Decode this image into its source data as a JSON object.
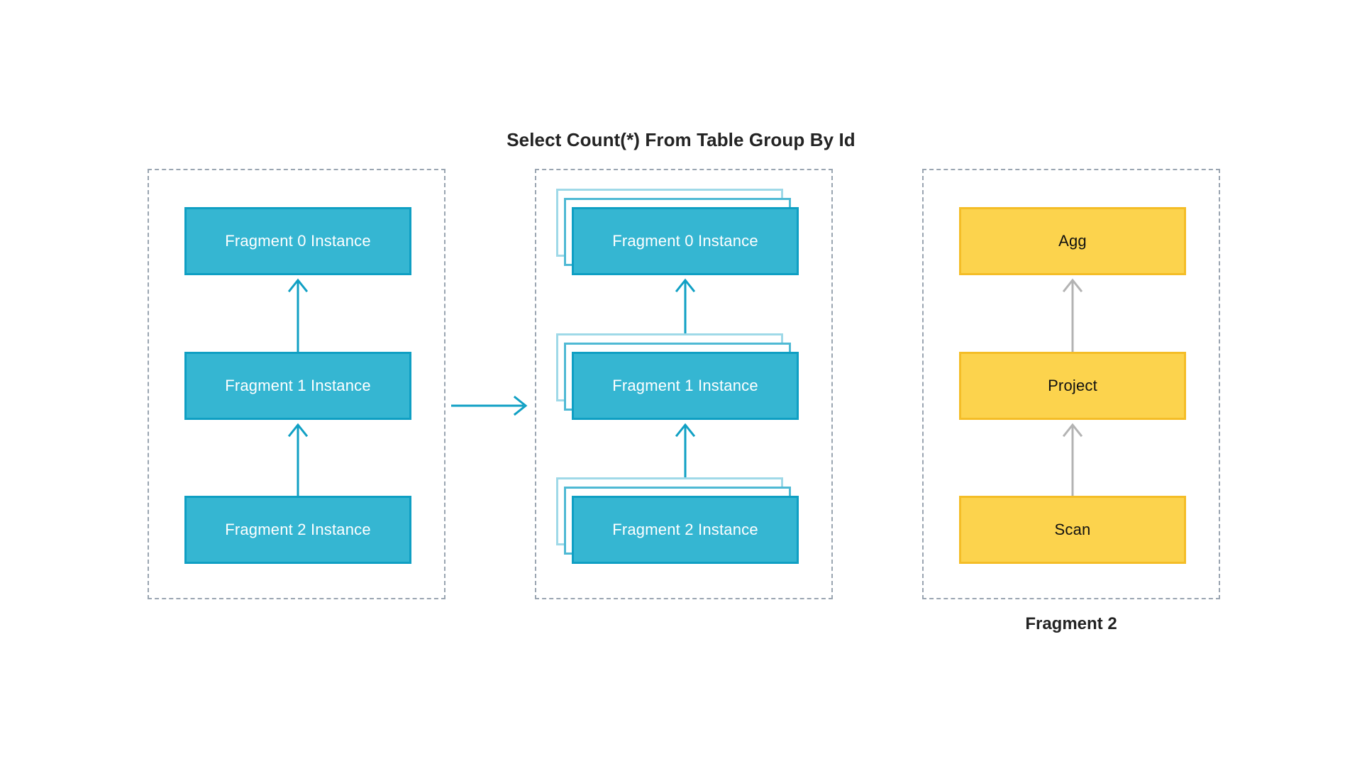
{
  "title": "Select Count(*) From Table Group By Id",
  "colors": {
    "teal_fill": "#35b6d2",
    "teal_border": "#0f9fc3",
    "teal_layer_mid": "#4fb9d4",
    "teal_layer_back": "#9fd9e8",
    "amber_fill": "#fcd34d",
    "amber_border": "#f4bd27",
    "panel_border": "#9aa5b1",
    "arrow_teal": "#10a0c4",
    "arrow_gray": "#b3b3b3",
    "text_dark": "#232323",
    "text_light": "#ffffff"
  },
  "panels": {
    "left": {
      "name": "logical-fragment-plan",
      "nodes": [
        {
          "label": "Fragment 0 Instance",
          "style": "teal"
        },
        {
          "label": "Fragment 1 Instance",
          "style": "teal"
        },
        {
          "label": "Fragment 2 Instance",
          "style": "teal"
        }
      ],
      "arrows": [
        {
          "from": "Fragment 1 Instance",
          "to": "Fragment 0 Instance",
          "direction": "up",
          "color": "#10a0c4"
        },
        {
          "from": "Fragment 2 Instance",
          "to": "Fragment 1 Instance",
          "direction": "up",
          "color": "#10a0c4"
        }
      ]
    },
    "middle": {
      "name": "parallel-fragment-instances",
      "stack_depth": 3,
      "nodes": [
        {
          "label": "Fragment 0 Instance",
          "style": "teal-stacked"
        },
        {
          "label": "Fragment 1 Instance",
          "style": "teal-stacked"
        },
        {
          "label": "Fragment 2 Instance",
          "style": "teal-stacked"
        }
      ],
      "arrows": [
        {
          "from": "Fragment 1 Instance",
          "to": "Fragment 0 Instance",
          "direction": "up",
          "color": "#10a0c4"
        },
        {
          "from": "Fragment 2 Instance",
          "to": "Fragment 1 Instance",
          "direction": "up",
          "color": "#10a0c4"
        }
      ]
    },
    "right": {
      "name": "fragment-2-operator-tree",
      "caption": "Fragment 2",
      "nodes": [
        {
          "label": "Agg",
          "style": "amber"
        },
        {
          "label": "Project",
          "style": "amber"
        },
        {
          "label": "Scan",
          "style": "amber"
        }
      ],
      "arrows": [
        {
          "from": "Project",
          "to": "Agg",
          "direction": "up",
          "color": "#b3b3b3"
        },
        {
          "from": "Scan",
          "to": "Project",
          "direction": "up",
          "color": "#b3b3b3"
        }
      ]
    }
  },
  "connector": {
    "name": "left-to-middle-arrow",
    "direction": "right",
    "color": "#10a0c4"
  }
}
